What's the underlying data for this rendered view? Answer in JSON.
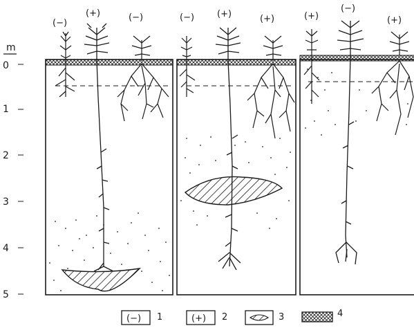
{
  "axis": {
    "unit": "m",
    "ticks": [
      "0",
      "1",
      "2",
      "3",
      "4",
      "5"
    ]
  },
  "panels": [
    {
      "plant_signs": [
        "(−)",
        "(+)",
        "(−)"
      ]
    },
    {
      "plant_signs": [
        "(−)",
        "(+)",
        "(+)"
      ]
    },
    {
      "plant_signs": [
        "(+)",
        "(−)",
        "(+)"
      ]
    }
  ],
  "legend": [
    {
      "symbol": "(−)",
      "number": "1",
      "icon": "minus-box-icon"
    },
    {
      "symbol": "(+)",
      "number": "2",
      "icon": "plus-box-icon"
    },
    {
      "symbol": "",
      "number": "3",
      "icon": "lens-hatched-icon"
    },
    {
      "symbol": "",
      "number": "4",
      "icon": "crosshatch-strip-icon"
    }
  ]
}
